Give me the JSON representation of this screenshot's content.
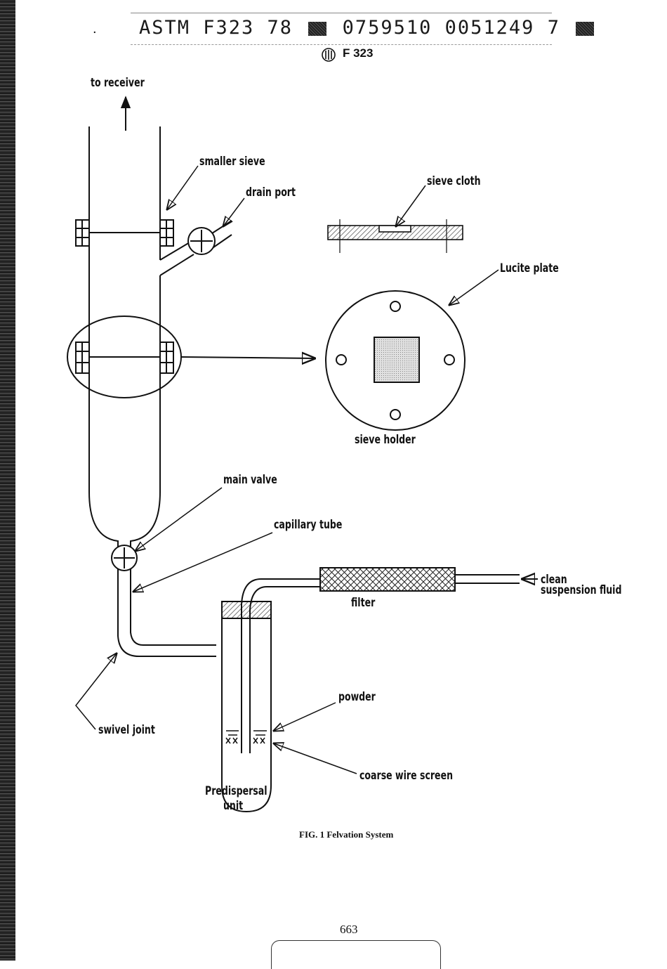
{
  "header": {
    "code_left": "ASTM F323 78",
    "code_mid": "0759510 0051249 7",
    "logo_text": "ASTM",
    "standard": "F 323"
  },
  "labels": {
    "to_receiver": "to receiver",
    "smaller_sieve": "smaller sieve",
    "drain_port": "drain port",
    "sieve_cloth": "sieve cloth",
    "lucite_plate": "Lucite plate",
    "sieve_holder": "sieve holder",
    "main_valve": "main valve",
    "capillary_tube": "capillary tube",
    "clean": "clean",
    "suspension_fluid": "suspension fluid",
    "filter": "filter",
    "powder": "powder",
    "swivel_joint": "swivel joint",
    "coarse_wire_screen": "coarse wire screen",
    "predispersal": "Predispersal",
    "unit": "unit"
  },
  "caption": "FIG. 1 Felvation System",
  "page_number": "663",
  "colors": {
    "ink": "#111111",
    "hatch": "#555555",
    "shade": "#bdbdbd"
  }
}
